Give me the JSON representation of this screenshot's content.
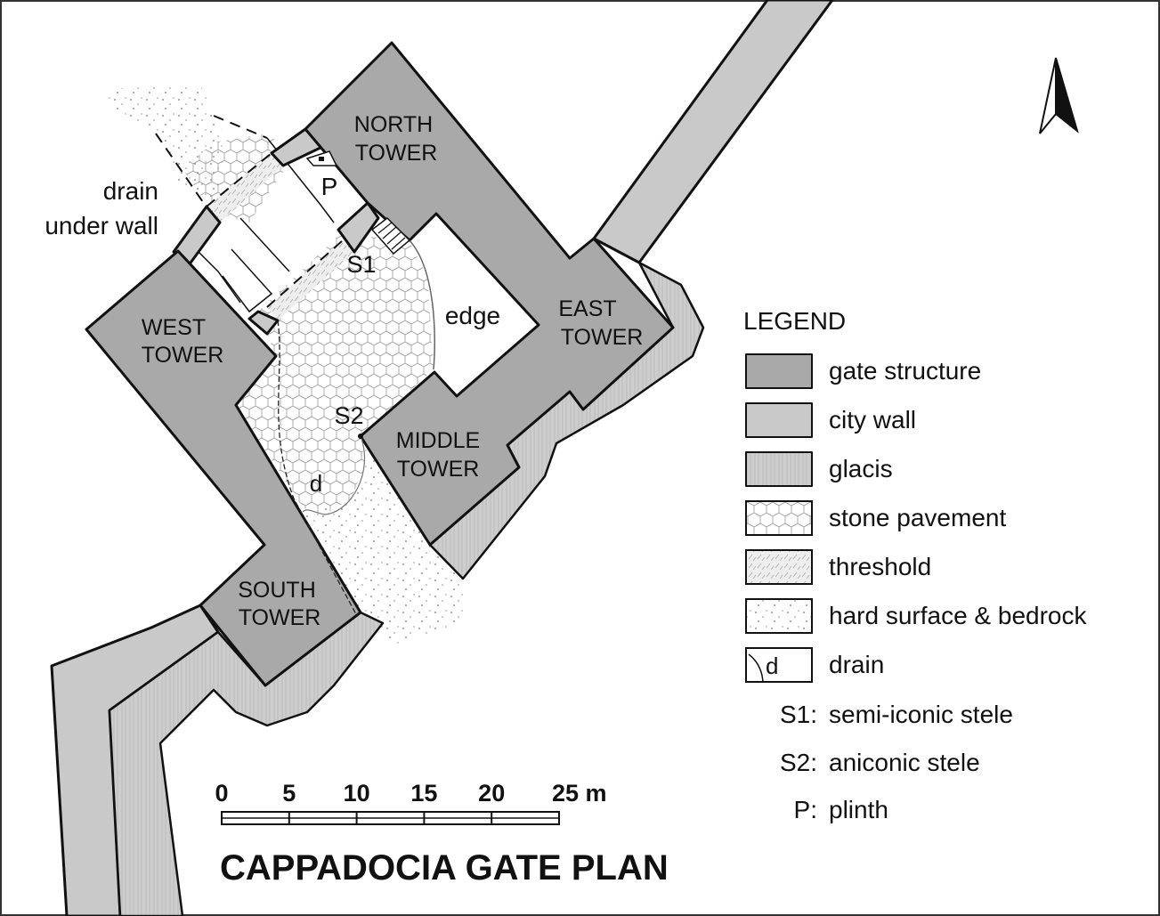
{
  "title": "CAPPADOCIA GATE PLAN",
  "colors": {
    "gate_structure": "#a9a9a9",
    "city_wall": "#c9c9c9",
    "outline": "#111111"
  },
  "map_labels": {
    "north_tower": [
      "NORTH",
      "TOWER"
    ],
    "east_tower": [
      "EAST",
      "TOWER"
    ],
    "west_tower": [
      "WEST",
      "TOWER"
    ],
    "middle_tower": [
      "MIDDLE",
      "TOWER"
    ],
    "south_tower": [
      "SOUTH",
      "TOWER"
    ],
    "edge": "edge",
    "drain_note": [
      "drain",
      "under wall"
    ],
    "s1": "S1",
    "s2": "S2",
    "p": "P",
    "d": "d"
  },
  "legend": {
    "heading": "LEGEND",
    "swatches": [
      {
        "label": "gate structure",
        "pattern": "gate"
      },
      {
        "label": "city wall",
        "pattern": "wall"
      },
      {
        "label": "glacis",
        "pattern": "glacis"
      },
      {
        "label": "stone pavement",
        "pattern": "hex"
      },
      {
        "label": "threshold",
        "pattern": "threshold"
      },
      {
        "label": "hard surface & bedrock",
        "pattern": "dots"
      },
      {
        "label": "drain",
        "pattern": "drain",
        "swatch_text": "d"
      }
    ],
    "keys": [
      {
        "key": "S1:",
        "label": "semi-iconic stele"
      },
      {
        "key": "S2:",
        "label": "aniconic stele"
      },
      {
        "key": "P:",
        "label": "plinth"
      }
    ]
  },
  "scale_bar": {
    "ticks": [
      "0",
      "5",
      "10",
      "15",
      "20",
      "25 m"
    ]
  },
  "north_arrow": {
    "icon": "north-arrow-icon"
  }
}
